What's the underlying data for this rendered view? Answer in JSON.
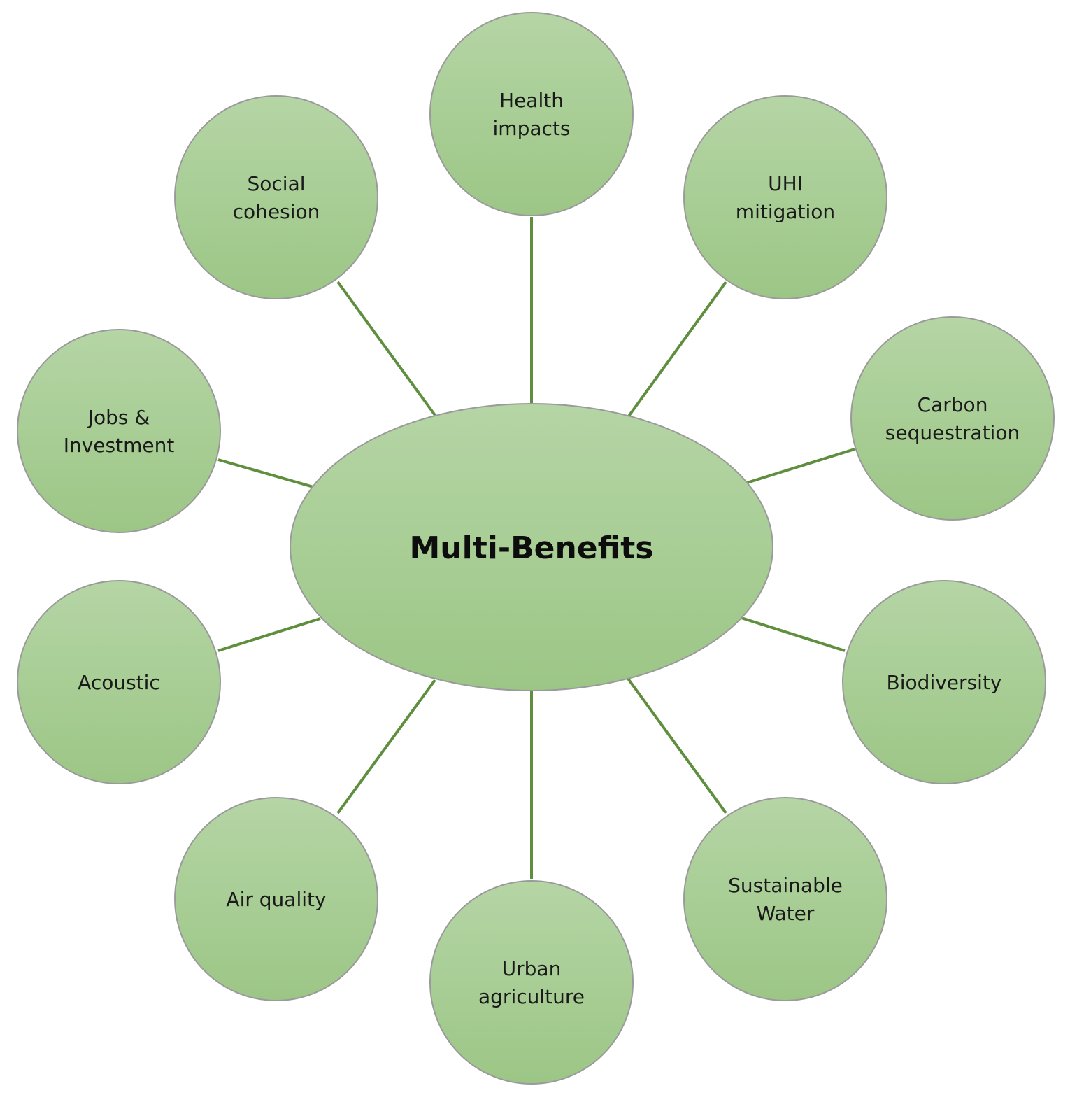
{
  "center": {
    "label": "Multi-Benefits"
  },
  "nodes": [
    {
      "id": "health-impacts",
      "lines": [
        "Health",
        "impacts"
      ]
    },
    {
      "id": "uhi-mitigation",
      "lines": [
        "UHI",
        "mitigation"
      ]
    },
    {
      "id": "carbon-sequestration",
      "lines": [
        "Carbon",
        "sequestration"
      ]
    },
    {
      "id": "biodiversity",
      "lines": [
        "Biodiversity"
      ]
    },
    {
      "id": "sustainable-water",
      "lines": [
        "Sustainable",
        "Water"
      ]
    },
    {
      "id": "urban-agriculture",
      "lines": [
        "Urban",
        "agriculture"
      ]
    },
    {
      "id": "air-quality",
      "lines": [
        "Air quality"
      ]
    },
    {
      "id": "acoustic",
      "lines": [
        "Acoustic"
      ]
    },
    {
      "id": "jobs-investment",
      "lines": [
        "Jobs &",
        "Investment"
      ]
    },
    {
      "id": "social-cohesion",
      "lines": [
        "Social",
        "cohesion"
      ]
    }
  ],
  "colors": {
    "fill_top": "#b5d5a5",
    "fill_bottom": "#9cc686",
    "connector": "#5f8f3e",
    "outline": "#9a9a9a"
  }
}
